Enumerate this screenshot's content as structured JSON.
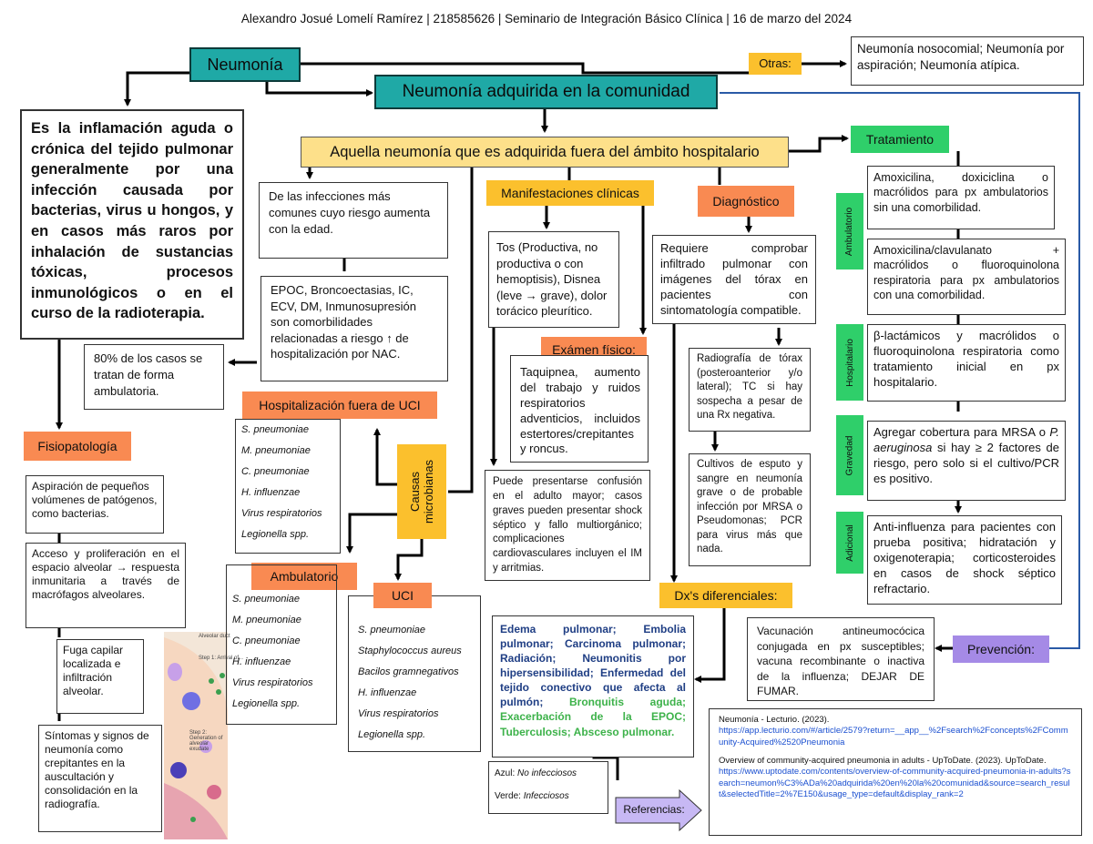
{
  "header": "Alexandro Josué Lomelí Ramírez | 218585626 | Seminario de Integración Básico Clínica | 16 de marzo del 2024",
  "neumonia": "Neumonía",
  "otras": {
    "label": "Otras:",
    "text": "Neumonía nosocomial; Neumonía por aspiración; Neumonía atípica."
  },
  "nac": "Neumonía adquirida en la comunidad",
  "definicion": "Aquella neumonía que es adquirida fuera del ámbito hospitalario",
  "concepto": "Es la inflamación aguda o crónica del tejido pulmonar generalmente por una infección causada por bacterias, virus u hongos, y en casos más raros por inhalación de sustancias tóxicas, procesos inmunológicos o en el curso de la radioterapia.",
  "edad": "De las infecciones más comunes cuyo riesgo aumenta con la edad.",
  "comorbilidades": "EPOC, Broncoectasias, IC, ECV, DM, Inmunosupresión son comorbilidades relacionadas a riesgo ↑ de hospitalización por NAC.",
  "ambulatoria": "80% de los casos se tratan de forma ambulatoria.",
  "fisiopatologia": {
    "label": "Fisiopatología",
    "steps": [
      "Aspiración de pequeños volúmenes de patógenos, como bacterias.",
      "Acceso y proliferación en el espacio alveolar → respuesta inmunitaria a través de macrófagos alveolares.",
      "Fuga capilar localizada e infiltración alveolar.",
      "Síntomas y signos de neumonía como crepitantes en la auscultación y consolidación en la radiografía."
    ]
  },
  "illustration": {
    "l1": "Alveolar duct",
    "l2": "Step 1: Arrival of...",
    "l3": "Step 2: Generation of alveolar exudate"
  },
  "causas": "Causas microbianas",
  "hosp_fuera_uci": {
    "label": "Hospitalización fuera de UCI",
    "items": [
      "S. pneumoniae",
      "M. pneumoniae",
      "C. pneumoniae",
      "H. influenzae",
      "Virus respiratorios",
      "Legionella spp."
    ]
  },
  "ambulatorio": {
    "label": "Ambulatorio",
    "items": [
      "S. pneumoniae",
      "M. pneumoniae",
      "C. pneumoniae",
      "H. influenzae",
      "Virus respiratorios",
      "Legionella spp."
    ]
  },
  "uci": {
    "label": "UCI",
    "items": [
      "S. pneumoniae",
      "Staphylococcus aureus",
      "Bacilos gramnegativos",
      "H. influenzae",
      "Virus respiratorios",
      "Legionella spp."
    ]
  },
  "manifestaciones": {
    "label": "Manifestaciones clínicas",
    "text": "Tos (Productiva, no productiva o con hemoptisis), Disnea (leve → grave), dolor torácico pleurítico."
  },
  "examen": {
    "label": "Exámen físico:",
    "text": "Taquipnea, aumento del trabajo y ruidos respiratorios adventicios, incluidos estertores/crepitantes y roncus."
  },
  "confusion": "Puede presentarse confusión en el adulto mayor; casos graves pueden presentar shock séptico y fallo multiorgánico; complicaciones cardiovasculares incluyen el IM y arritmias.",
  "diagnostico": {
    "label": "Diagnóstico",
    "text": "Requiere comprobar infiltrado pulmonar con imágenes del tórax en pacientes con sintomatología compatible.",
    "rx": "Radiografía de tórax (posteroanterior y/o lateral); TC si hay sospecha a pesar de una Rx negativa.",
    "cultivos": "Cultivos de esputo y sangre en neumonía grave o de probable infección por MRSA o Pseudomonas; PCR para virus más que nada."
  },
  "dx_diferenciales": {
    "label": "Dx's diferenciales:",
    "blue": "Edema pulmonar; Embolia pulmonar; Carcinoma pulmonar; Radiación; Neumonitis por hipersensibilidad; Enfermedad del tejido conectivo que afecta al pulmón;",
    "green": "Bronquitis aguda; Exacerbación de la EPOC; Tuberculosis; Absceso pulmonar."
  },
  "leyenda": {
    "azul_label": "Azul:",
    "azul": "No infecciosos",
    "verde_label": "Verde:",
    "verde": "Infecciosos"
  },
  "tratamiento": {
    "label": "Tratamiento",
    "ambulatorio_tag": "Ambulatorio",
    "amb1": "Amoxicilina, doxiciclina o macrólidos para px ambulatorios sin una comorbilidad.",
    "amb2": "Amoxicilina/clavulanato + macrólidos o fluoroquinolona respiratoria para px ambulatorios con una comorbilidad.",
    "hospitalario_tag": "Hospitalario",
    "hosp": "β-lactámicos y macrólidos o fluoroquinolona respiratoria como tratamiento inicial en px hospitalario.",
    "gravedad_tag": "Gravedad",
    "grav_a": "Agregar cobertura para MRSA o ",
    "grav_b": "P. aeruginosa",
    "grav_c": " si hay ≥ 2 factores de riesgo, pero solo si el cultivo/PCR es positivo.",
    "adicional_tag": "Adicional",
    "adic": "Anti-influenza para pacientes con prueba positiva; hidratación y oxigenoterapia; corticosteroides en casos de shock séptico refractario."
  },
  "prevencion": {
    "label": "Prevención:",
    "text": "Vacunación antineumocócica conjugada en px susceptibles; vacuna recombinante o inactiva de la influenza; DEJAR DE FUMAR."
  },
  "referencias": {
    "label": "Referencias:",
    "ref1": "Neumonía - Lecturio. (2023).",
    "ref1_url": "https://app.lecturio.com/#/article/2579?return=__app__%2Fsearch%2Fconcepts%2FCommunity-Acquired%2520Pneumonia",
    "ref2": "Overview of community-acquired pneumonia in adults - UpToDate. (2023). UpToDate.",
    "ref2_url": "https://www.uptodate.com/contents/overview-of-community-acquired-pneumonia-in-adults?search=neumon%C3%ADa%20adquirida%20en%20la%20comunidad&source=search_result&selectedTitle=2%7E150&usage_type=default&display_rank=2"
  }
}
